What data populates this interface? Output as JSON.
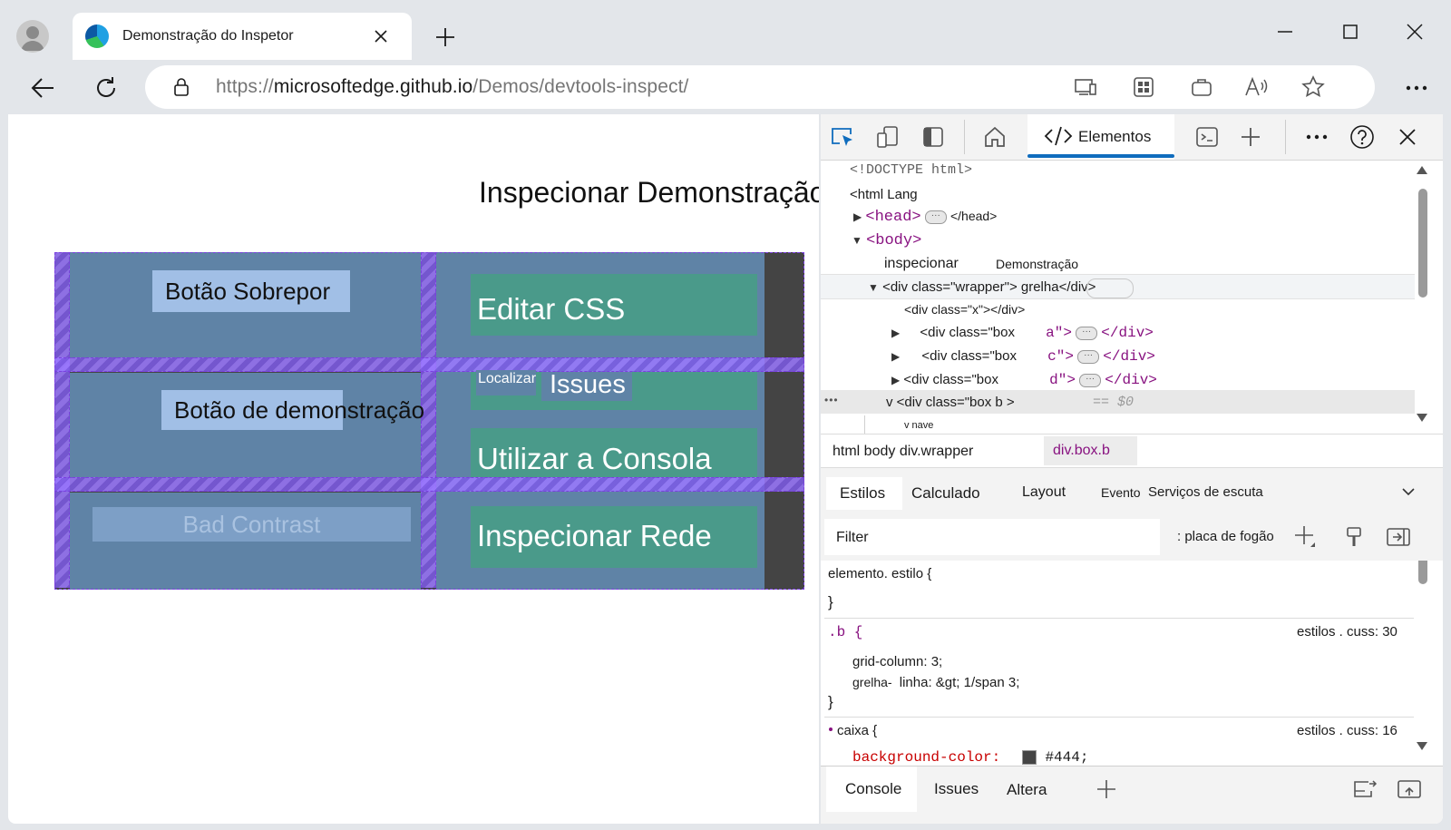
{
  "browser": {
    "tab_title": "Demonstração do Inspetor",
    "url_scheme": "https://",
    "url_host": "microsoftedge.github.io",
    "url_path": "/Demos/devtools-inspect/"
  },
  "page": {
    "heading": "Inspecionar Demonstração",
    "buttons": {
      "overlay": "Botão Sobrepor",
      "demo": "Botão de demonstração",
      "bad_contrast": "Bad Contrast"
    },
    "links": {
      "edit_css": "Editar CSS",
      "find_label": "Localizar",
      "issues": "Issues",
      "console": "Utilizar a Consola",
      "network": "Inspecionar Rede"
    }
  },
  "devtools": {
    "active_tab": "Elementos",
    "tree": {
      "doctype": "<!DOCTYPE html>",
      "html": "<html Lang",
      "head_open": "<head>",
      "head_close": "</head>",
      "body_open": "<body>",
      "text_inspect": "inspecionar",
      "text_demo": "Demonstração",
      "wrapper": "<div class=\"wrapper\"> grelha</div>",
      "div_x": "<div class=\"x\"></div>",
      "box_prefix": "<div class=\"box",
      "box_a": "a\">",
      "box_c": "c\">",
      "box_d": "d\">",
      "div_close": "</div>",
      "box_b": "v <div class=\"box b >",
      "dollar0": "== $0",
      "nav": "v nave",
      "dots": "•••"
    },
    "breadcrumb": {
      "path": "html body div.wrapper",
      "current": "div.box.b"
    },
    "subtabs": [
      "Estilos",
      "Calculado",
      "Layout",
      "Evento",
      "Serviços de escuta"
    ],
    "filter_placeholder": "Filter",
    "hov_label": ": placa de fogão",
    "styles": {
      "element_style": "elemento. estilo {",
      "close_brace": "}",
      "b_selector": ".b {",
      "b_source": "estilos . cuss: 30",
      "b_prop1": "grid-column: 3;",
      "b_prop2_name": "grelha-",
      "b_prop2_value": "linha: &gt; 1/span 3;",
      "box_selector": "caixa {",
      "box_source": "estilos . cuss: 16",
      "box_prop": "background-color:",
      "box_value": "#444;"
    },
    "drawer_tabs": [
      "Console",
      "Issues",
      "Altera"
    ]
  },
  "colors": {
    "accent": "#0f6cbd",
    "grid_blue": "#5f83a6",
    "grid_green": "#4a9a8a",
    "grid_overlay": "#9b78ff"
  }
}
